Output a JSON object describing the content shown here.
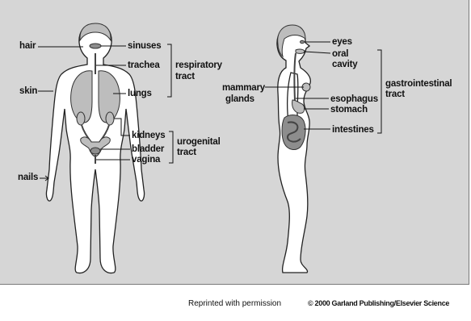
{
  "front_figure": {
    "labels": {
      "hair": "hair",
      "skin": "skin",
      "nails": "nails",
      "sinuses": "sinuses",
      "trachea": "trachea",
      "lungs": "lungs",
      "respiratory_tract_line1": "respiratory",
      "respiratory_tract_line2": "tract",
      "kidneys": "kidneys",
      "bladder": "bladder",
      "vagina": "vagina",
      "urogenital_tract_line1": "urogenital",
      "urogenital_tract_line2": "tract"
    }
  },
  "side_figure": {
    "labels": {
      "eyes": "eyes",
      "oral_cavity_line1": "oral",
      "oral_cavity_line2": "cavity",
      "mammary_glands_line1": "mammary",
      "mammary_glands_line2": "glands",
      "esophagus": "esophagus",
      "stomach": "stomach",
      "intestines": "intestines",
      "gastrointestinal_tract_line1": "gastrointestinal",
      "gastrointestinal_tract_line2": "tract"
    }
  },
  "footer": {
    "credit": "Reprinted with permission",
    "copyright": "© 2000 Garland Publishing/Elsevier Science"
  },
  "colors": {
    "panel_background": "#d6d6d6",
    "body_fill": "#ffffff",
    "organ_fill": "#bdbdbd"
  }
}
